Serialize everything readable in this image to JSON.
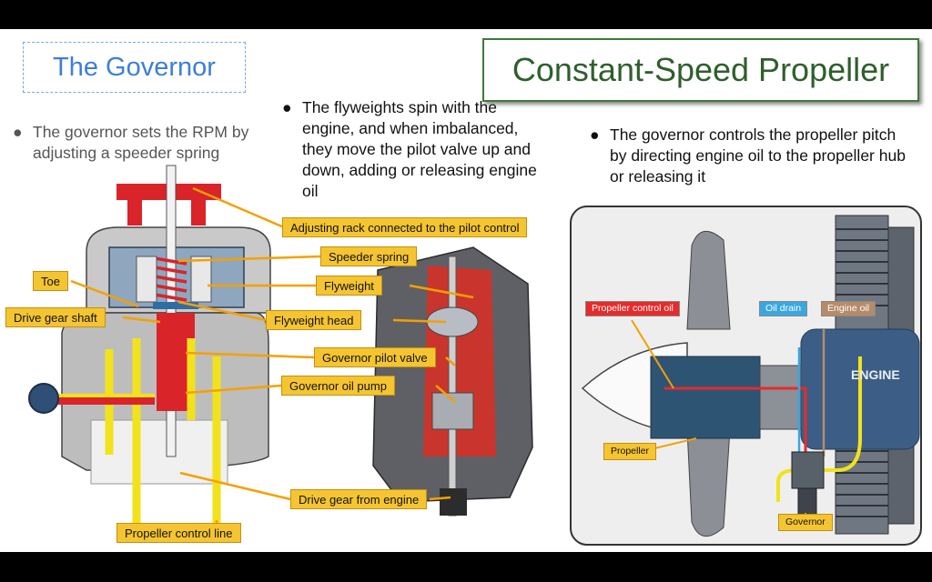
{
  "left_title": "The Governor",
  "right_title": "Constant-Speed Propeller",
  "bullets": {
    "governor_rpm": "The governor sets the RPM by adjusting a speeder spring",
    "flyweights": "The flyweights spin with the engine, and when imbalanced, they move the pilot valve up and down, adding or releasing engine oil",
    "pitch": "The governor controls the propeller pitch by directing engine oil to the propeller hub or releasing it"
  },
  "governor_labels": {
    "adjusting_rack": "Adjusting rack connected to the pilot control",
    "speeder_spring": "Speeder spring",
    "flyweight": "Flyweight",
    "flyweight_head": "Flyweight head",
    "pilot_valve": "Governor pilot valve",
    "oil_pump": "Governor oil pump",
    "drive_gear": "Drive gear from engine",
    "control_line": "Propeller control line",
    "toe": "Toe",
    "drive_shaft": "Drive gear shaft"
  },
  "propeller_labels": {
    "control_oil": "Propeller control oil",
    "oil_drain": "Oil drain",
    "engine_oil": "Engine oil",
    "engine": "ENGINE",
    "propeller": "Propeller",
    "governor": "Governor"
  },
  "colors": {
    "label_fill": "#f5c531",
    "control_oil": "#e52b2b",
    "oil_drain": "#3aa7e0",
    "engine_oil": "#b58b6a",
    "line_yellow": "#f2e21c"
  }
}
